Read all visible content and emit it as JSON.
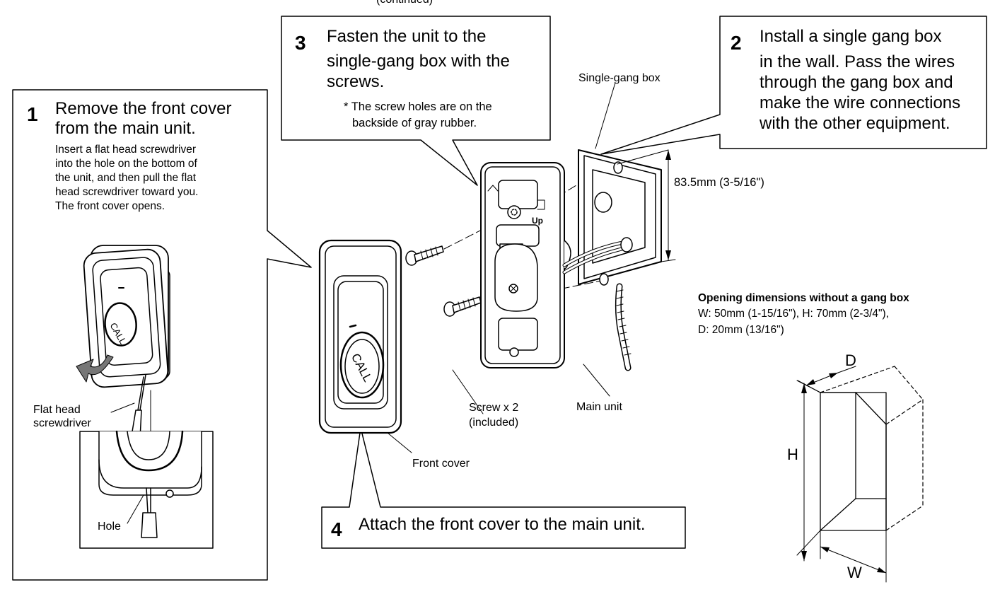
{
  "header_fragment": "(continued)",
  "steps": [
    {
      "number": "1",
      "title_lines": [
        "Remove the front cover",
        "from the main unit."
      ],
      "body_lines": [
        "Insert a flat head screwdriver",
        "into the hole on the bottom of",
        "the unit, and then pull the flat",
        "head screwdriver toward you.",
        "The front cover opens."
      ]
    },
    {
      "number": "2",
      "title_lines": [
        "Install a single gang box",
        "in the wall. Pass the wires",
        "through the gang box and",
        "make the wire connections",
        "with the other equipment."
      ]
    },
    {
      "number": "3",
      "title_lines": [
        "Fasten the unit to the",
        "single-gang box with the",
        "screws."
      ],
      "note_lines": [
        "* The screw holes are on the",
        "backside of gray rubber."
      ]
    },
    {
      "number": "4",
      "title_lines": [
        "Attach the front cover to the main unit."
      ]
    }
  ],
  "labels": {
    "single_gang_box": "Single-gang box",
    "height_dimension": "83.5mm (3-5/16\")",
    "screw": "Screw x 2",
    "screw_note": "(included)",
    "main_unit": "Main unit",
    "front_cover": "Front cover",
    "flat_head_screwdriver_line1": "Flat head",
    "flat_head_screwdriver_line2": "screwdriver",
    "hole": "Hole",
    "call_button": "CALL",
    "up_mark": "Up"
  },
  "opening": {
    "title": "Opening dimensions without a gang box",
    "line1": "W: 50mm (1-15/16\"), H: 70mm (2-3/4\"),",
    "line2": "D: 20mm (13/16\")",
    "d_label": "D",
    "h_label": "H",
    "w_label": "W"
  }
}
